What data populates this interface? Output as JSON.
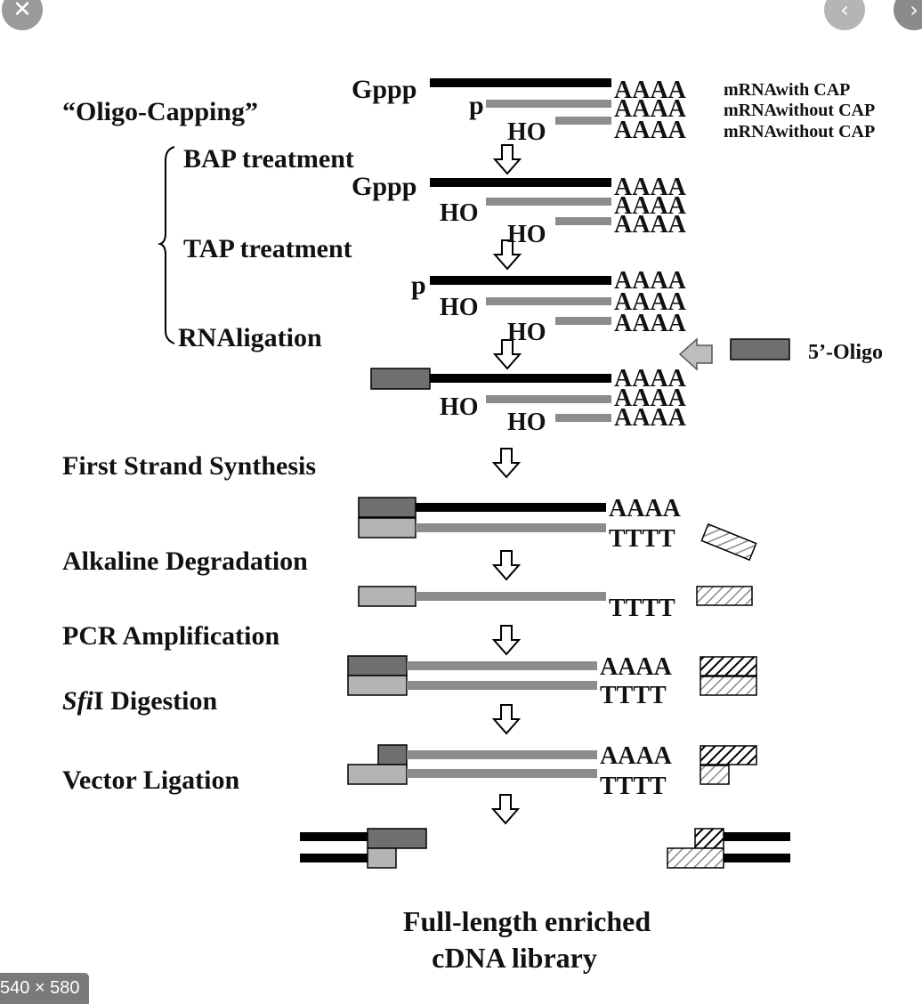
{
  "viewer": {
    "close_glyph": "✕",
    "prev_glyph": "‹",
    "next_glyph": "›",
    "dimensions": "540 × 580"
  },
  "colors": {
    "black_strand": "#000000",
    "gray_strand": "#8c8c8c",
    "dark_oligo": "#6f6f6f",
    "light_box": "#b4b4b4",
    "arrow_fill": "#bdbdbd"
  },
  "diagram": {
    "oligo_capping": "“Oligo-Capping”",
    "gppp": "Gppp",
    "p": "p",
    "ho": "HO",
    "polyA": "AAAA",
    "polyT": "TTTT",
    "mrna_with_cap": "mRNAwith CAP",
    "mrna_without_cap_1": "mRNAwithout CAP",
    "mrna_without_cap_2": "mRNAwithout CAP",
    "bap_treatment": "BAP treatment",
    "tap_treatment": "TAP treatment",
    "rna_ligation": "RNAligation",
    "five_oligo": "5’-Oligo",
    "first_strand": "First Strand Synthesis",
    "alkaline": "Alkaline Degradation",
    "pcr": "PCR Amplification",
    "sfi_italic": "Sfi",
    "sfi_rest": "I Digestion",
    "vector_ligation": "Vector Ligation",
    "full_length_1": "Full-length enriched",
    "full_length_2": "cDNA library"
  }
}
